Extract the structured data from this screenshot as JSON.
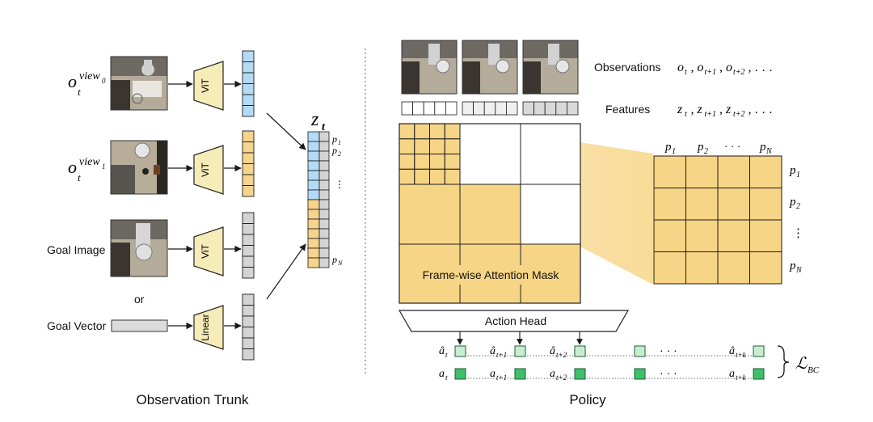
{
  "left": {
    "caption": "Observation Trunk",
    "obs0": {
      "base": "o",
      "sub": "t",
      "sup": "view",
      "supsub": "0"
    },
    "obs1": {
      "base": "o",
      "sub": "t",
      "sup": "view",
      "supsub": "1"
    },
    "goal_image_label": "Goal Image",
    "or_label": "or",
    "goal_vector_label": "Goal Vector",
    "vit_label": "ViT",
    "linear_label": "Linear",
    "z": {
      "base": "z",
      "sub": "t"
    },
    "token_labels": {
      "p1": {
        "base": "p",
        "sub": "1"
      },
      "p2": {
        "base": "p",
        "sub": "2"
      },
      "dots": "⋮",
      "pN": {
        "base": "p",
        "sub": "N"
      }
    }
  },
  "right": {
    "caption": "Policy",
    "observations_label": "Observations",
    "observations_seq": "o_t, o_{t+1}, o_{t+2}, . . .",
    "features_label": "Features",
    "features_seq": "z_t, z_{t+1}, z_{t+2}, . . .",
    "mask_label": "Frame-wise Attention Mask",
    "action_head_label": "Action Head",
    "zoom_cols": {
      "p1": "p_1",
      "p2": "p_2",
      "dots": "· · ·",
      "pN": "p_N"
    },
    "zoom_rows": {
      "p1": "p_1",
      "p2": "p_2",
      "dots": "⋮",
      "pN": "p_N"
    },
    "pred_actions": {
      "a0": "â_t",
      "a1": "â_{t+1}",
      "a2": "â_{t+2}",
      "dots": "· · ·",
      "ak": "â_{t+k}"
    },
    "true_actions": {
      "a0": "a_t",
      "a1": "a_{t+1}",
      "a2": "a_{t+2}",
      "dots": "· · ·",
      "ak": "a_{t+k}"
    },
    "loss": {
      "base": "ℒ",
      "sub": "BC"
    }
  },
  "colors": {
    "blue": "#b3dbf5",
    "orange": "#f6d48c",
    "gray": "#d4d4d4",
    "mask_yellow": "#f7d586",
    "light_green": "#c8ecd2",
    "dark_green": "#3fbf6b",
    "stroke": "#1a1a1a"
  }
}
